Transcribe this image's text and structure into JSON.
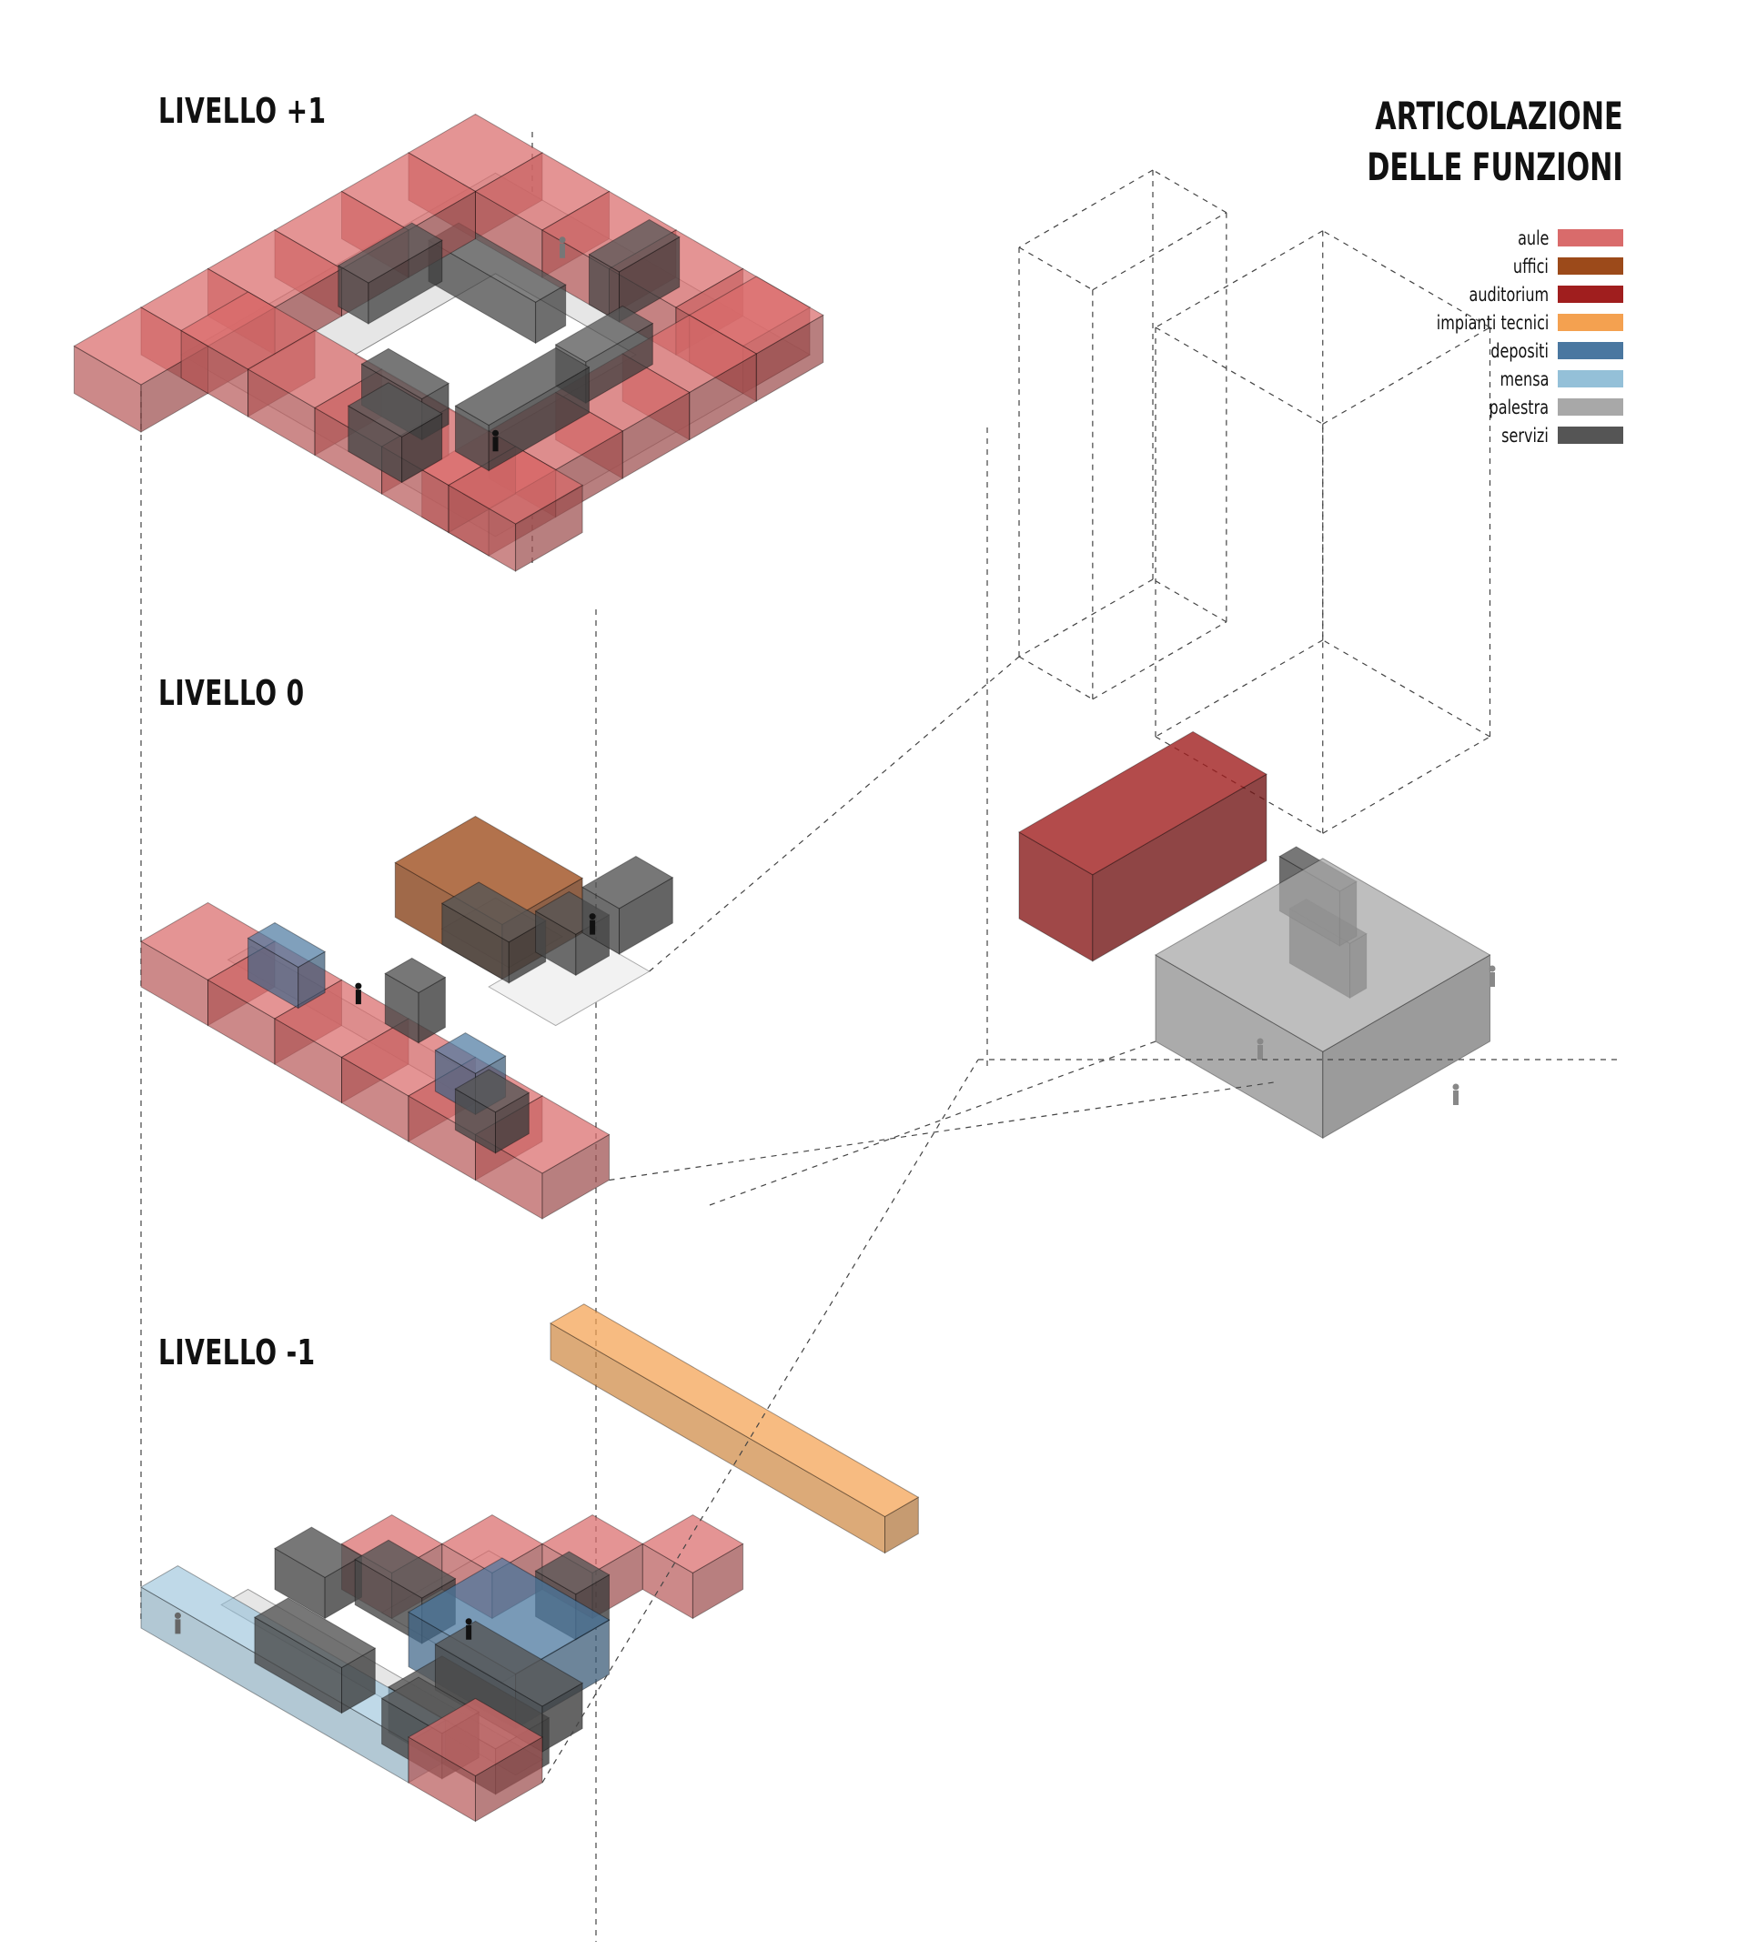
{
  "levels": {
    "plus1": "LIVELLO +1",
    "zero": "LIVELLO 0",
    "minus1": "LIVELLO -1"
  },
  "legend": {
    "title_line1": "ARTICOLAZIONE",
    "title_line2": "DELLE FUNZIONI",
    "items": [
      {
        "label": "aule",
        "color": "#d96b6b"
      },
      {
        "label": "uffici",
        "color": "#9c4a1a"
      },
      {
        "label": "auditorium",
        "color": "#a01e1e"
      },
      {
        "label": "impianti tecnici",
        "color": "#f4a150"
      },
      {
        "label": "depositi",
        "color": "#4a77a0"
      },
      {
        "label": "mensa",
        "color": "#94c0d8"
      },
      {
        "label": "palestra",
        "color": "#a8a8a8"
      },
      {
        "label": "servizi",
        "color": "#555555"
      }
    ]
  }
}
